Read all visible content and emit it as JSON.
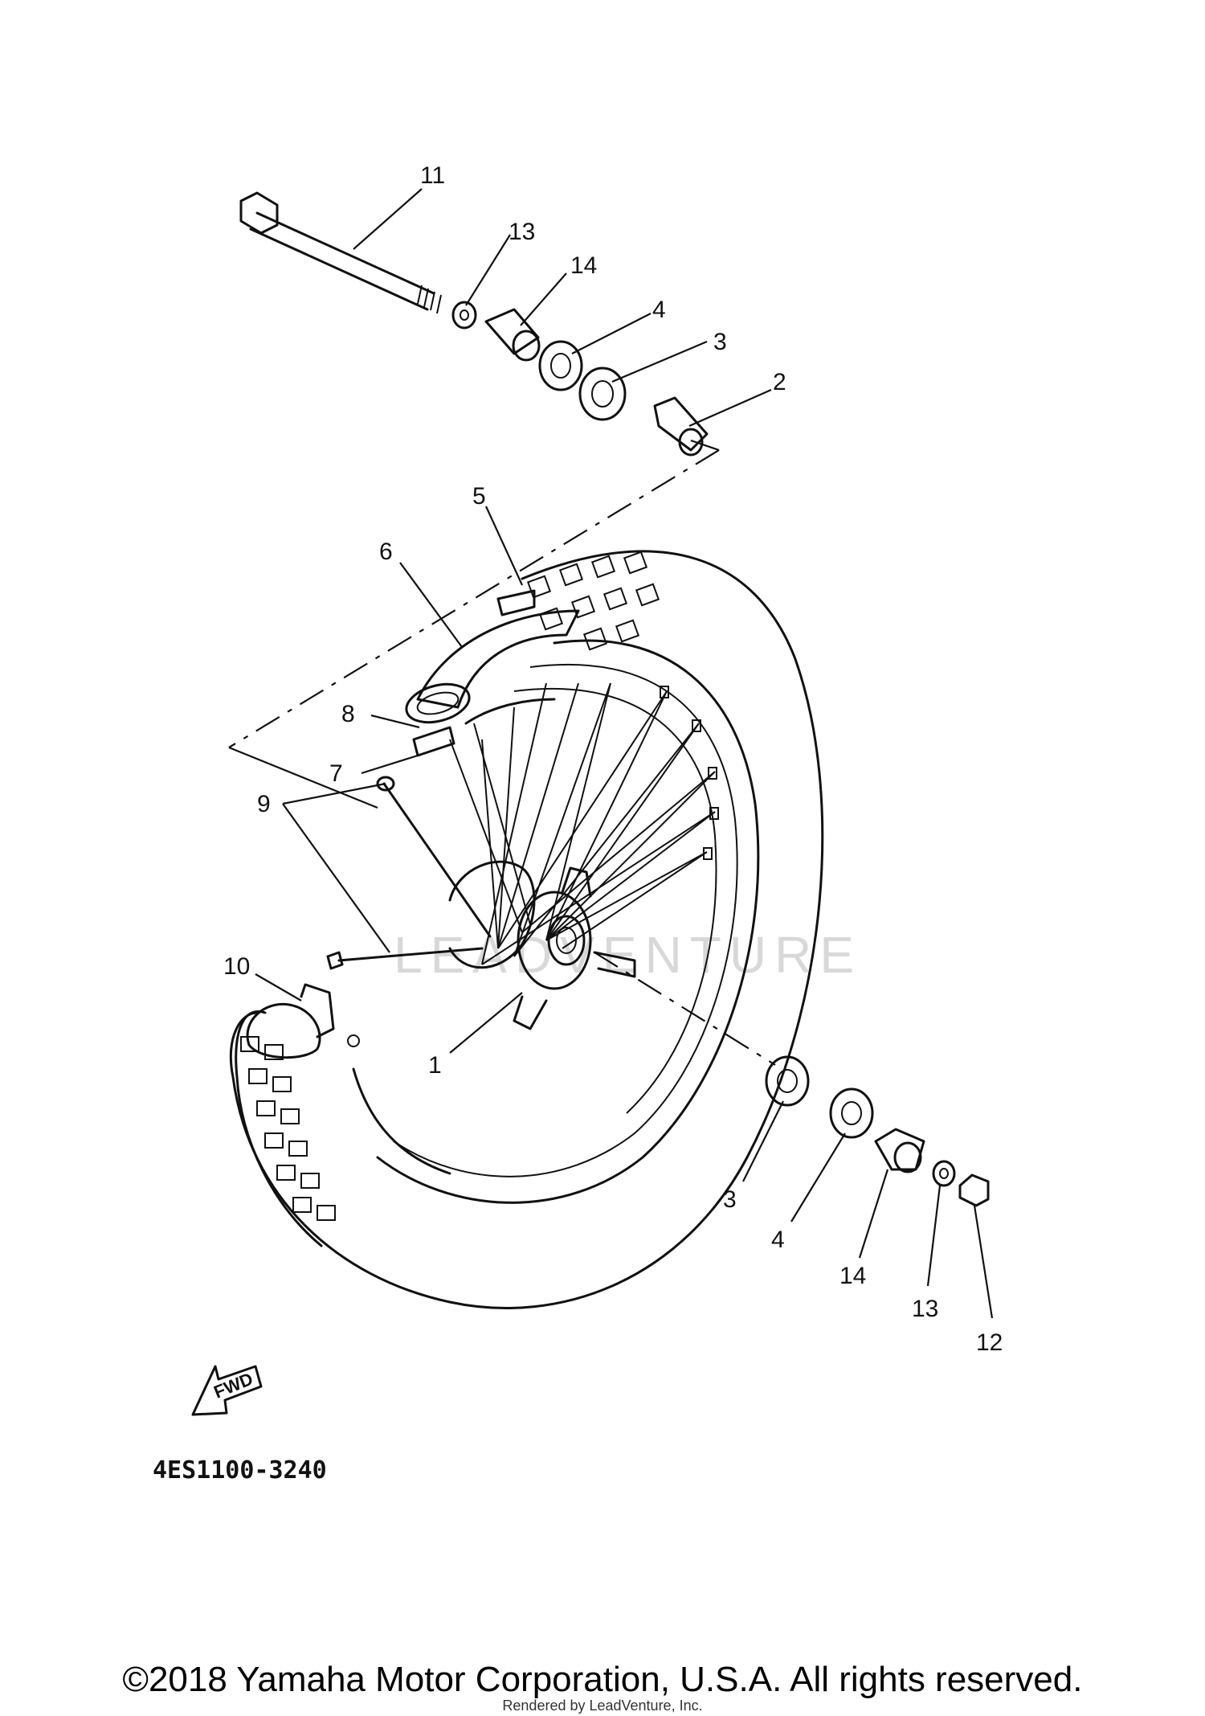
{
  "diagram": {
    "code": "4ES1100-3240",
    "direction_label": "FWD",
    "watermark": "LEADVENTURE",
    "callouts": [
      "11",
      "13",
      "14",
      "4",
      "3",
      "2",
      "5",
      "6",
      "8",
      "7",
      "9",
      "10",
      "1",
      "3",
      "4",
      "14",
      "13",
      "12"
    ]
  },
  "footer": {
    "copyright": "©2018 Yamaha Motor Corporation, U.S.A. All rights reserved.",
    "rendered_by": "Rendered by LeadVenture, Inc."
  }
}
